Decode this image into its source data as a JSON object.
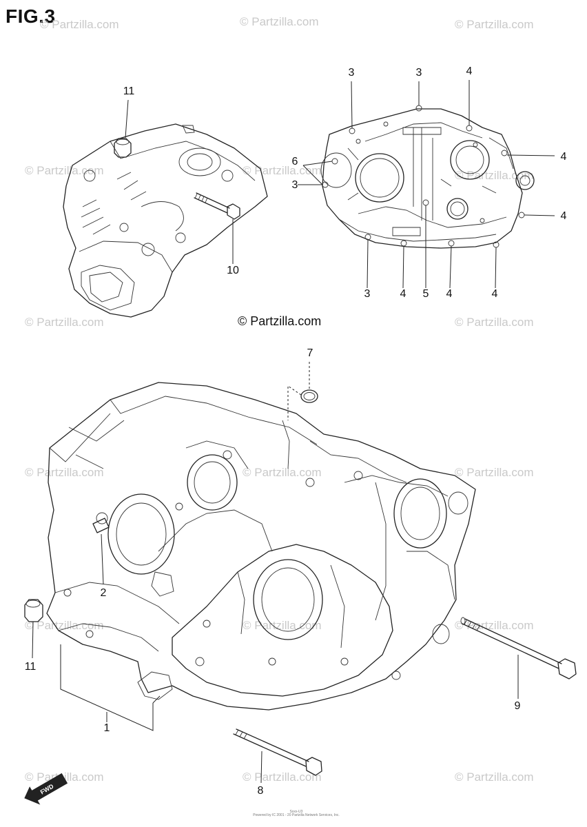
{
  "figure": {
    "title": "FIG.3"
  },
  "copyright": "© Partzilla.com",
  "watermark": "© Partzilla.com",
  "callouts": {
    "c1": "1",
    "c2": "2",
    "c3a": "3",
    "c3b": "3",
    "c3c": "3",
    "c3d": "3",
    "c4a": "4",
    "c4b": "4",
    "c4c": "4",
    "c4d": "4",
    "c4e": "4",
    "c4f": "4",
    "c5": "5",
    "c6": "6",
    "c7": "7",
    "c8": "8",
    "c9": "9",
    "c10": "10",
    "c11a": "11",
    "c11b": "11"
  },
  "fwd_label": "FWD",
  "footer": {
    "code": "Sxxx-U3",
    "credit": "Powered by IC 2001 - 20 Partzilla Network Services, Inc."
  },
  "colors": {
    "line": "#222222",
    "watermark": "#c9c9c9",
    "background": "#ffffff"
  }
}
